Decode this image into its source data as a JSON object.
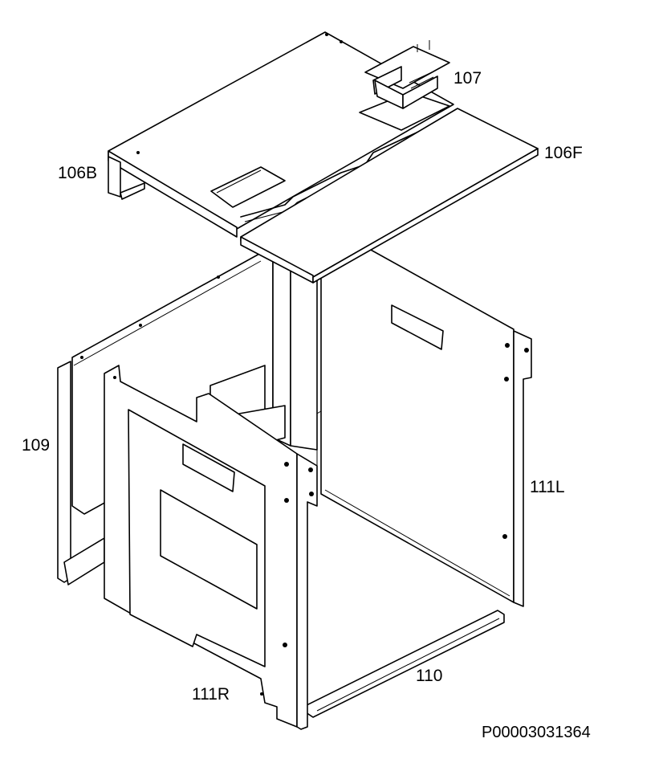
{
  "labels": {
    "part_107": "107",
    "part_106F": "106F",
    "part_106B": "106B",
    "part_109": "109",
    "part_111L": "111L",
    "part_111R": "111R",
    "part_110": "110"
  },
  "drawing_code": "P00003031364"
}
